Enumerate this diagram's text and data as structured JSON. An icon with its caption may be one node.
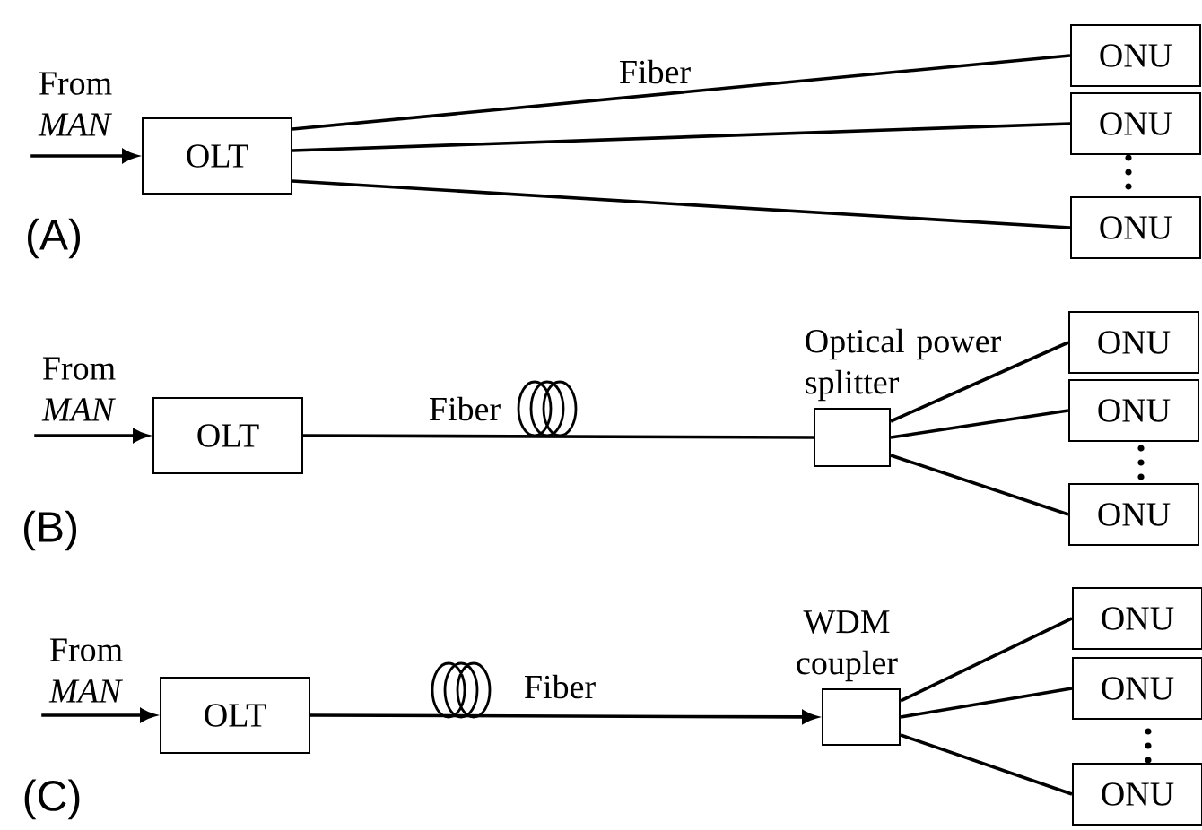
{
  "diagram": {
    "nodes": [
      {
        "text": [
          "From *MAN*"
        ]
      },
      {
        "text": [
          "OLT"
        ]
      },
      {
        "text": [
          "ONU"
        ]
      },
      {
        "text": [
          "ONU"
        ]
      },
      {
        "text": [
          "ONU"
        ]
      },
      {
        "text": [
          "From *MAN*"
        ]
      },
      {
        "text": [
          "OLT"
        ]
      },
      {
        "text": [
          "Optical power splitter"
        ]
      },
      {
        "text": [
          "ONU"
        ]
      },
      {
        "text": [
          "ONU"
        ]
      },
      {
        "text": [
          "ONU"
        ]
      },
      {
        "text": [
          "From *MAN*"
        ]
      },
      {
        "text": [
          "OLT"
        ]
      },
      {
        "text": [
          "WDM coupler"
        ]
      },
      {
        "text": [
          "ONU"
        ]
      },
      {
        "text": [
          "ONU"
        ]
      },
      {
        "text": [
          "ONU"
        ]
      }
    ],
    "edges": [
      {
        "from": 0,
        "to": 1,
        "arrow": "to"
      },
      {
        "from": 1,
        "to": 2,
        "arrow": "none",
        "label": "Fiber"
      },
      {
        "from": 1,
        "to": 3,
        "arrow": "none"
      },
      {
        "from": 1,
        "to": 4,
        "arrow": "none"
      },
      {
        "from": 5,
        "to": 6,
        "arrow": "to"
      },
      {
        "from": 6,
        "to": 7,
        "arrow": "none",
        "label": "Fiber"
      },
      {
        "from": 7,
        "to": 8,
        "arrow": "none"
      },
      {
        "from": 7,
        "to": 9,
        "arrow": "none"
      },
      {
        "from": 7,
        "to": 10,
        "arrow": "none"
      },
      {
        "from": 11,
        "to": 12,
        "arrow": "to"
      },
      {
        "from": 12,
        "to": 13,
        "arrow": "to",
        "label": "Fiber"
      },
      {
        "from": 13,
        "to": 14,
        "arrow": "none"
      },
      {
        "from": 13,
        "to": 15,
        "arrow": "none"
      },
      {
        "from": 13,
        "to": 16,
        "arrow": "none"
      }
    ],
    "labels": [
      "(A)",
      "(B)",
      "(C)"
    ]
  }
}
